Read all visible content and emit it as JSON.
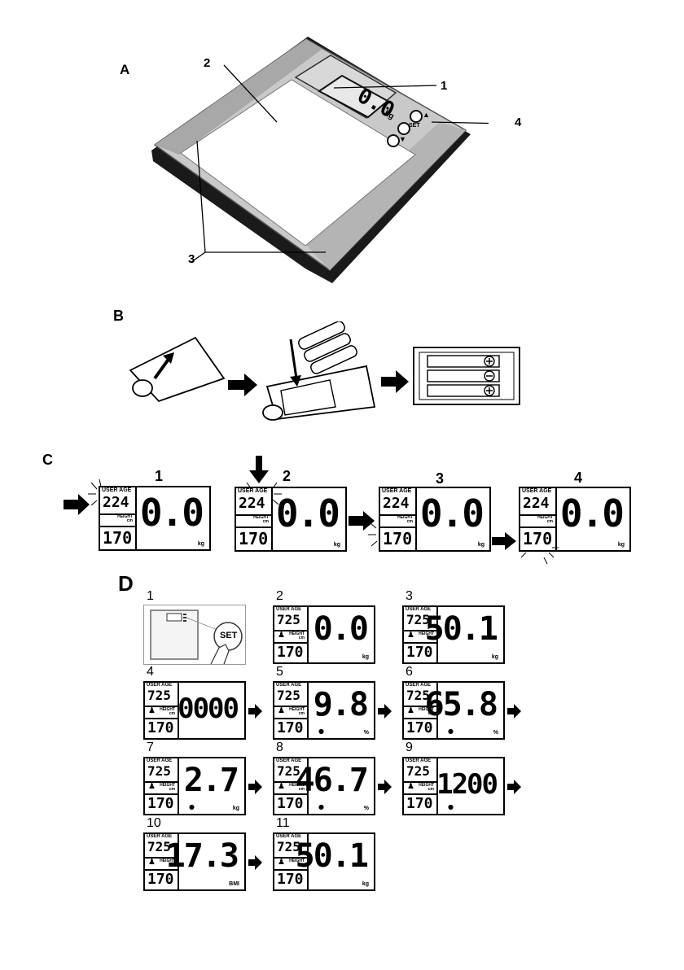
{
  "sections": {
    "a": "A",
    "b": "B",
    "c": "C",
    "d": "D"
  },
  "section_a": {
    "callouts": [
      "1",
      "2",
      "3",
      "4"
    ],
    "display_reading": "0.0",
    "display_unit": "kg",
    "buttons": [
      "▲",
      "SET",
      "▼"
    ]
  },
  "lcd_labels": {
    "user": "USER",
    "age": "AGE",
    "height": "HEIGHT",
    "cm": "cm"
  },
  "section_c": {
    "steps": [
      {
        "num": "1",
        "user": "2",
        "age": "24",
        "height": "170",
        "value": "0.0",
        "unit": "kg"
      },
      {
        "num": "2",
        "user": "2",
        "age": "24",
        "height": "170",
        "value": "0.0",
        "unit": "kg"
      },
      {
        "num": "3",
        "user": "2",
        "age": "24",
        "height": "170",
        "value": "0.0",
        "unit": "kg"
      },
      {
        "num": "4",
        "user": "2",
        "age": "24",
        "height": "170",
        "value": "0.0",
        "unit": "kg"
      }
    ]
  },
  "section_d": {
    "set_label": "SET",
    "steps": [
      {
        "num": "1"
      },
      {
        "num": "2",
        "user": "7",
        "age": "25",
        "height": "170",
        "value": "0.0",
        "unit": "kg"
      },
      {
        "num": "3",
        "user": "7",
        "age": "25",
        "height": "170",
        "value": "50.1",
        "unit": "kg"
      },
      {
        "num": "4",
        "user": "7",
        "age": "25",
        "height": "170",
        "value": "0000",
        "unit": ""
      },
      {
        "num": "5",
        "user": "7",
        "age": "25",
        "height": "170",
        "value": "9.8",
        "unit": "%"
      },
      {
        "num": "6",
        "user": "7",
        "age": "25",
        "height": "170",
        "value": "65.8",
        "unit": "%"
      },
      {
        "num": "7",
        "user": "7",
        "age": "25",
        "height": "170",
        "value": "2.7",
        "unit": "kg"
      },
      {
        "num": "8",
        "user": "7",
        "age": "25",
        "height": "170",
        "value": "46.7",
        "unit": "%"
      },
      {
        "num": "9",
        "user": "7",
        "age": "25",
        "height": "170",
        "value": "1200",
        "unit": ""
      },
      {
        "num": "10",
        "user": "7",
        "age": "25",
        "height": "170",
        "value": "17.3",
        "unit": "BMI"
      },
      {
        "num": "11",
        "user": "7",
        "age": "25",
        "height": "170",
        "value": "50.1",
        "unit": "kg"
      }
    ]
  }
}
